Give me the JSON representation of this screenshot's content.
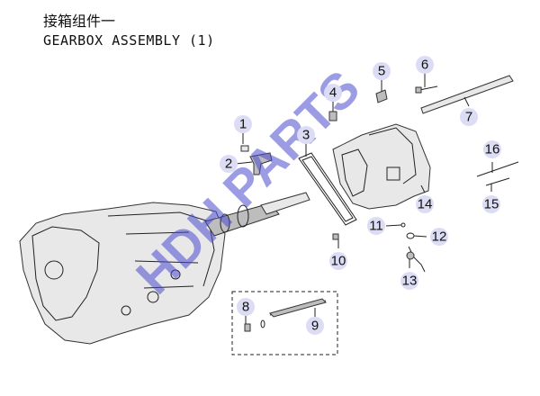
{
  "title": {
    "cn": "接箱组件一",
    "en": "GEARBOX ASSEMBLY (1)"
  },
  "watermark": "HDH PARTS",
  "callouts": [
    "1",
    "2",
    "3",
    "4",
    "5",
    "6",
    "7",
    "8",
    "9",
    "10",
    "11",
    "12",
    "13",
    "14",
    "15",
    "16"
  ],
  "colors": {
    "callout_fill": "#dcdcf5",
    "watermark": "#4a4ad0"
  }
}
